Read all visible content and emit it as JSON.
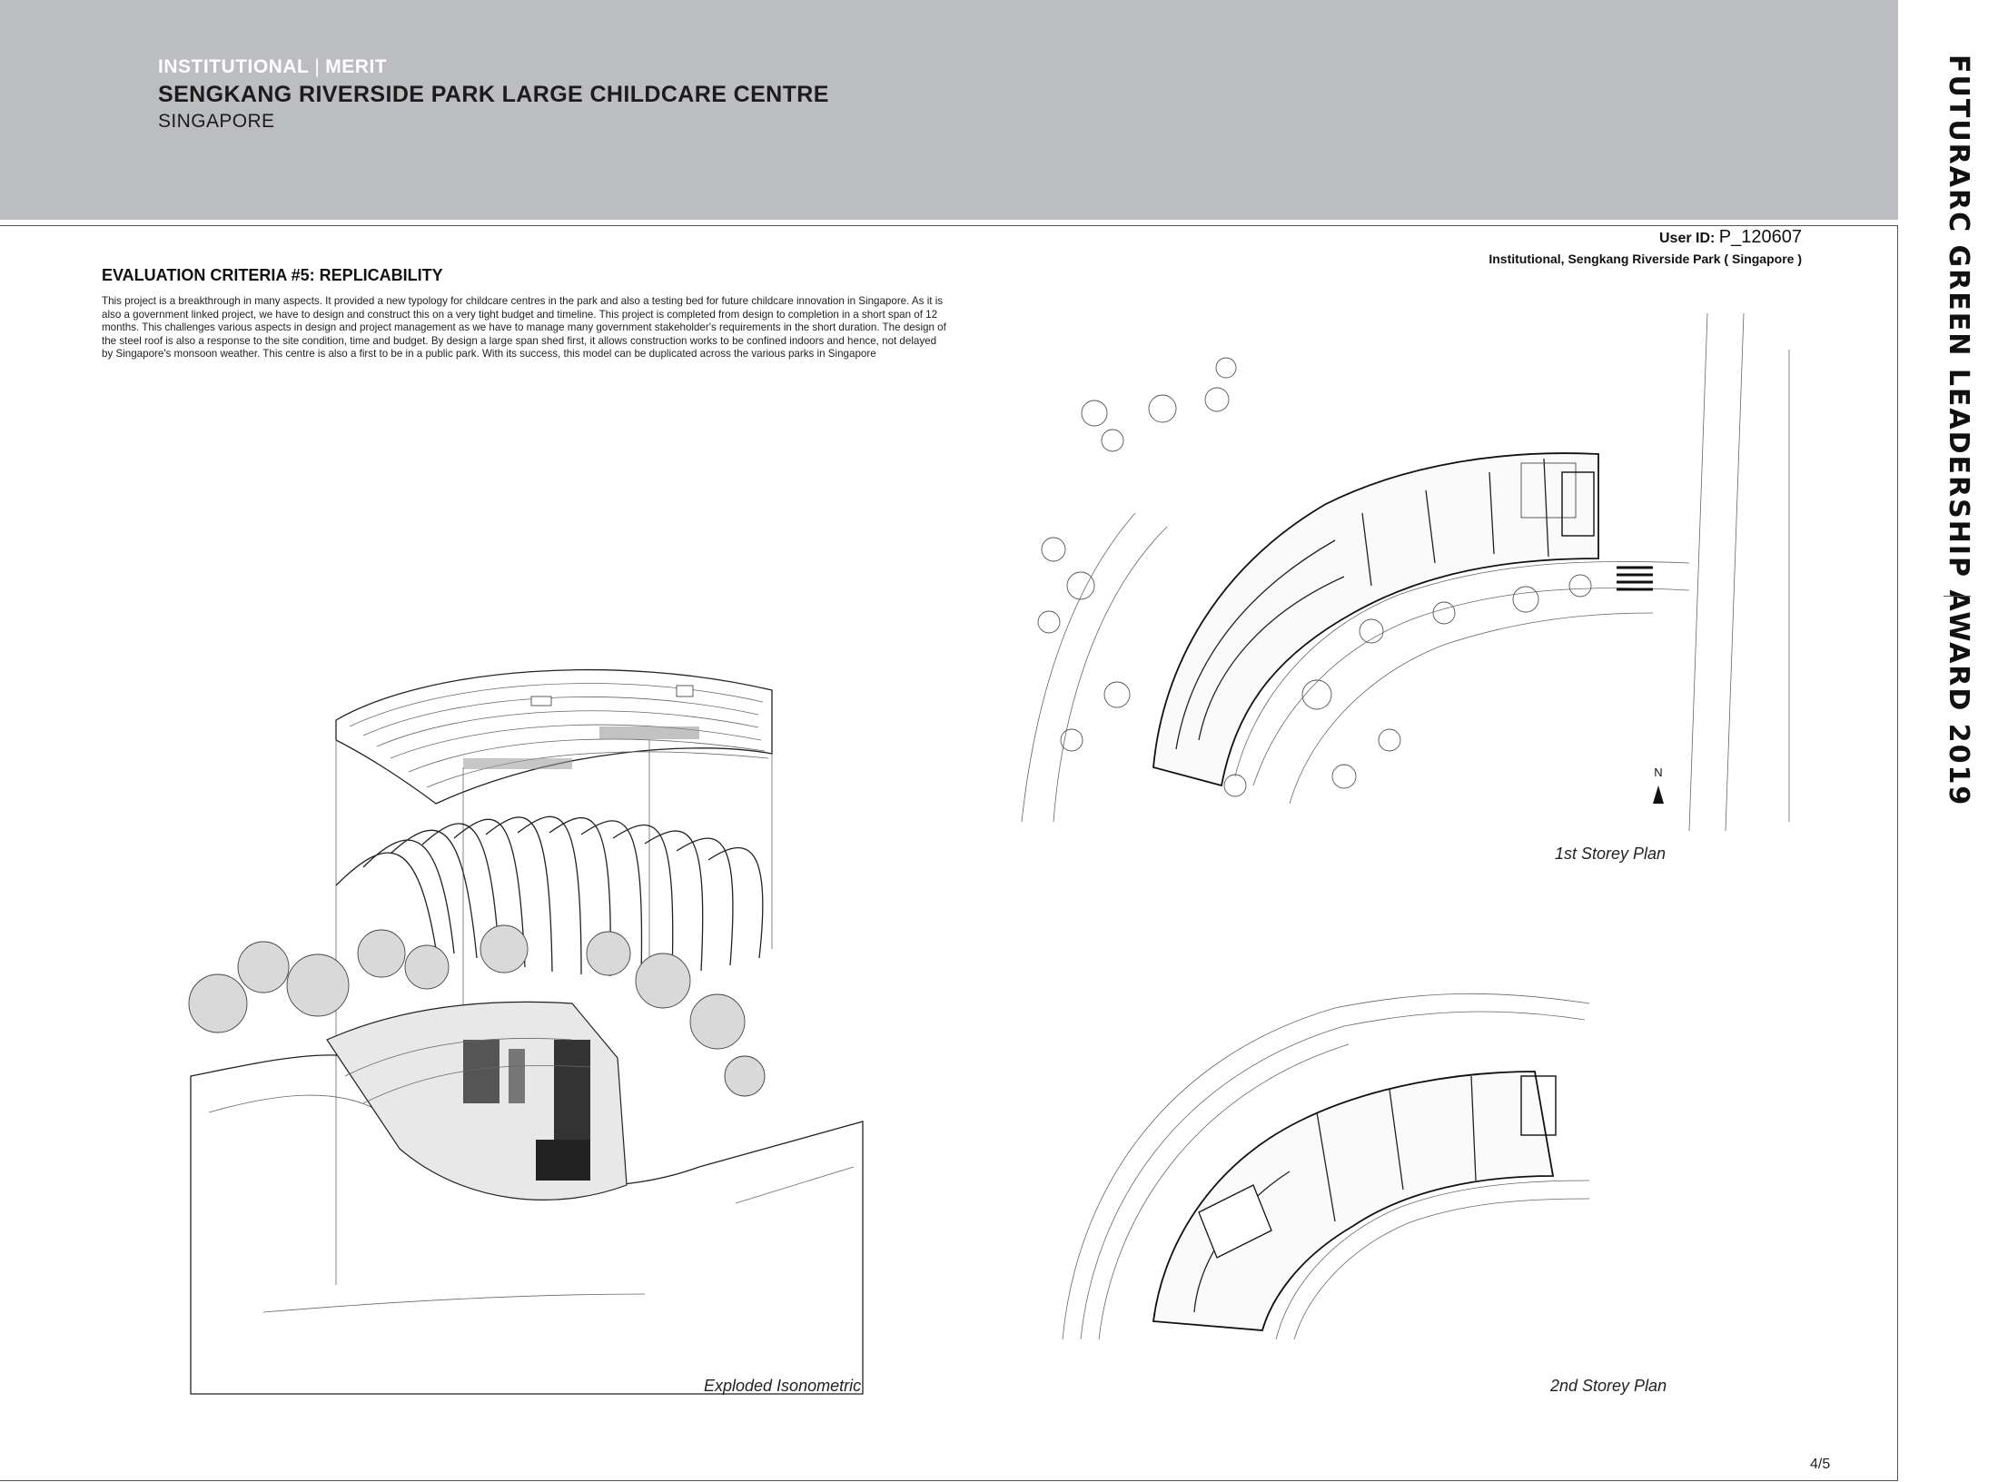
{
  "header": {
    "category": "INSTITUTIONAL",
    "separator": "|",
    "award_level": "MERIT",
    "project_title": "SENGKANG RIVERSIDE PARK LARGE CHILDCARE CENTRE",
    "location": "SINGAPORE"
  },
  "sidebar": {
    "award_title": "FUTURARC GREEN LEADERSHIP AWARD 2019"
  },
  "user_info": {
    "user_id_label": "User ID:",
    "user_id_value": "P_120607",
    "subtitle": "Institutional,  Sengkang Riverside Park ( Singapore )"
  },
  "criteria": {
    "heading": "EVALUATION CRITERIA #5: REPLICABILITY",
    "body": "This project is a breakthrough in many aspects. It provided a new typology for childcare centres in the park and also a testing bed for future childcare innovation in Singapore. As it is also a government linked project, we have to design and construct this on a very tight budget and timeline. This project is completed from design to completion in a short span of 12 months. This challenges various aspects in design and project management as we have to manage many government stakeholder's requirements in the short duration. The design of the steel roof is also a response to the site condition, time and budget. By design a large span shed first, it allows construction works to be confined indoors and hence, not delayed by Singapore's monsoon weather. This centre is also a first to be in a public park. With its success, this model can be duplicated across the various parks in Singapore"
  },
  "figures": {
    "isometric_caption": "Exploded Isonometric",
    "plan1_caption": "1st Storey Plan",
    "plan2_caption": "2nd Storey Plan",
    "north_label": "N"
  },
  "page": {
    "number": "4/5"
  }
}
